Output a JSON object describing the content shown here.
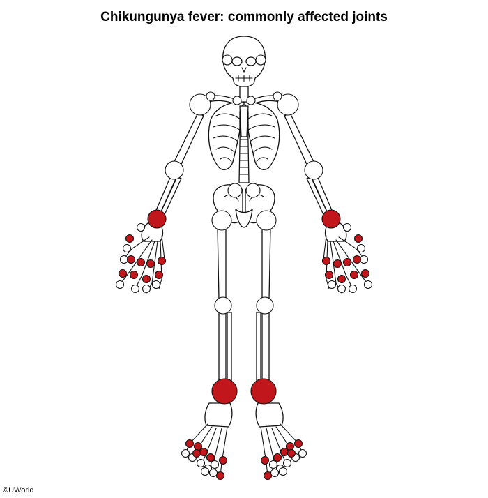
{
  "title": "Chikungunya fever: commonly affected joints",
  "credit": "©UWorld",
  "colors": {
    "affected": "#c0161c",
    "unaffected": "#ffffff",
    "outline": "#111111"
  },
  "affected_joints": [
    "wrists",
    "hand small joints",
    "ankles",
    "foot small joints"
  ],
  "unaffected_joints": [
    "shoulders",
    "elbows",
    "hips",
    "knees",
    "temporomandibular",
    "sternoclavicular"
  ]
}
